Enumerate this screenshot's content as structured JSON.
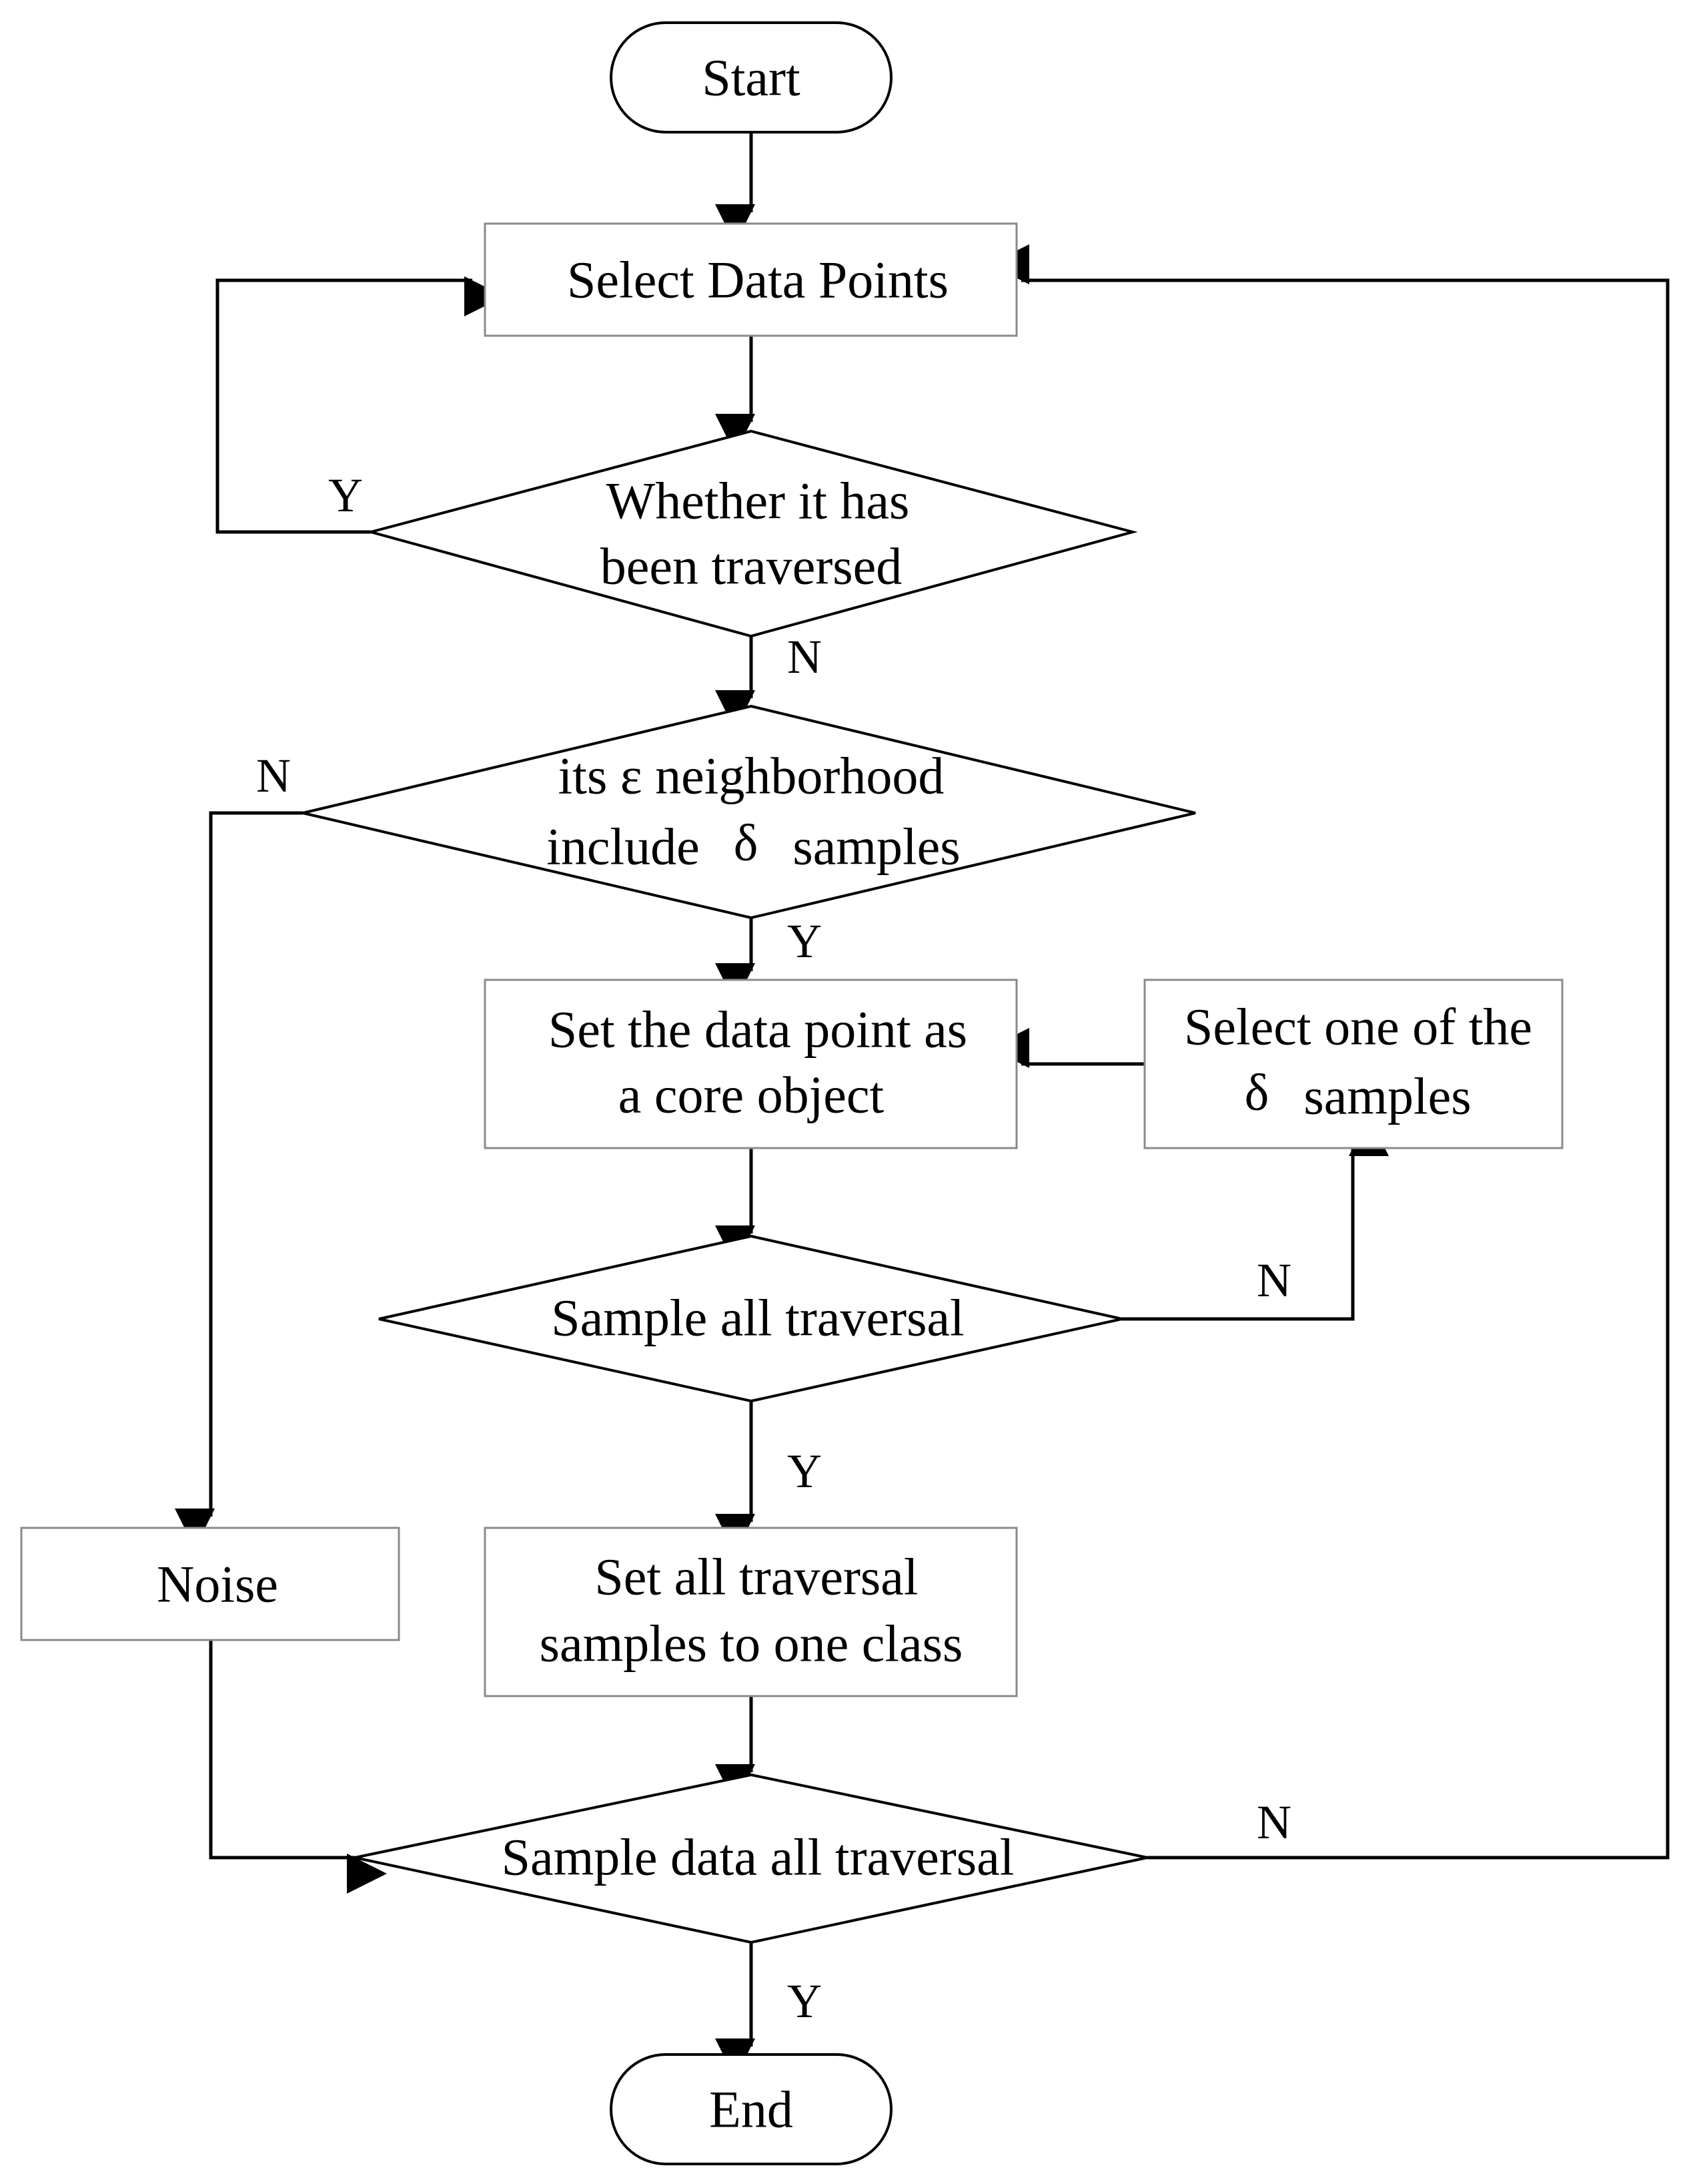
{
  "nodes": {
    "start": "Start",
    "select_data_points": "Select Data Points",
    "traversed_line1": "Whether it has",
    "traversed_line2": "been traversed",
    "neighborhood_line1": "its ε neighborhood",
    "neighborhood_line2_a": "include",
    "neighborhood_line2_delta": "δ",
    "neighborhood_line2_b": "samples",
    "core_line1": "Set the data point as",
    "core_line2": "a core object",
    "select_one_line1": "Select one of the",
    "select_one_delta": "δ",
    "select_one_line2": "samples",
    "sample_all": "Sample all traversal",
    "set_class_line1": "Set all traversal",
    "set_class_line2": "samples to one class",
    "noise": "Noise",
    "sample_data_all": "Sample data all traversal",
    "end": "End"
  },
  "edge_labels": {
    "traversed_yes": "Y",
    "traversed_no": "N",
    "neighborhood_no": "N",
    "neighborhood_yes": "Y",
    "sample_all_no": "N",
    "sample_all_yes": "Y",
    "sample_data_no": "N",
    "sample_data_yes": "Y"
  },
  "colors": {
    "stroke": "#000000",
    "box_border": "#8a8a8a",
    "background": "#ffffff"
  }
}
